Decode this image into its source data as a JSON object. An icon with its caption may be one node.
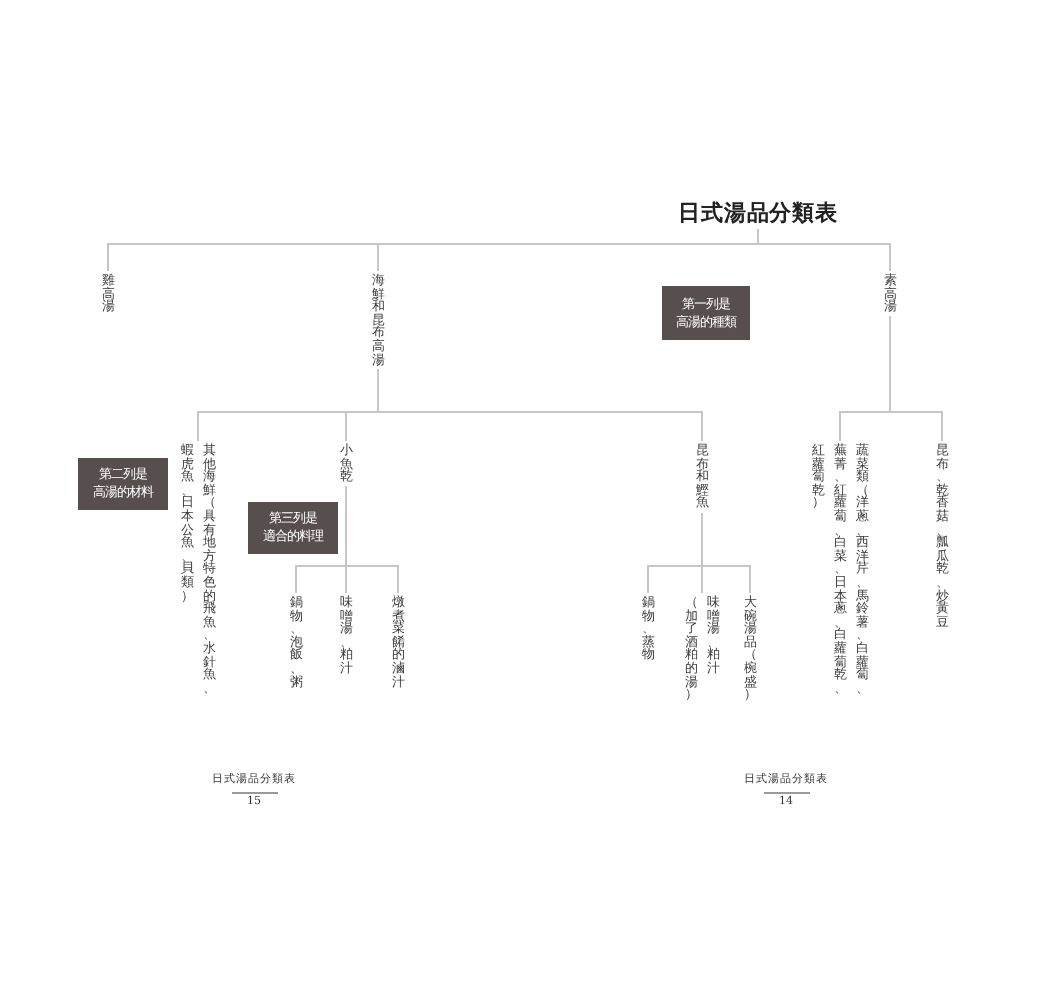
{
  "diagram": {
    "nodes": [
      {
        "text": [
          "日式湯品分類表"
        ]
      },
      {
        "text": [
          "雞高湯"
        ]
      },
      {
        "text": [
          "海鮮和昆布高湯"
        ]
      },
      {
        "text": [
          "第一列是高湯的種類"
        ]
      },
      {
        "text": [
          "素高湯"
        ]
      },
      {
        "text": [
          "第二列是高湯的材料"
        ]
      },
      {
        "text": [
          "其他海鮮（具有地方特色的飛魚、水針魚、蝦虎魚、日本公魚、貝類）"
        ]
      },
      {
        "text": [
          "小魚乾"
        ]
      },
      {
        "text": [
          "第三列是適合的料理"
        ]
      },
      {
        "text": [
          "昆布和鰹魚"
        ]
      },
      {
        "text": [
          "蔬菜類（洋蔥、西洋芹、馬鈴薯、白蘿蔔、蕪菁、紅蘿蔔、白菜、日本蔥、白蘿蔔乾、紅蘿蔔乾）"
        ]
      },
      {
        "text": [
          "昆布、乾香菇、瓢瓜乾、炒黃豆"
        ]
      },
      {
        "text": [
          "鍋物、泡飯、粥"
        ]
      },
      {
        "text": [
          "味噌湯、粕汁"
        ]
      },
      {
        "text": [
          "燉煮菜餚的滷汁"
        ]
      },
      {
        "text": [
          "鍋物、蒸物"
        ]
      },
      {
        "text": [
          "味噌湯、粕汁（加了酒粕的湯）"
        ]
      },
      {
        "text": [
          "大碗湯品（椀盛）"
        ]
      }
    ],
    "edges": [
      {
        "from": 0,
        "to": 1,
        "arrow": "none"
      },
      {
        "from": 0,
        "to": 2,
        "arrow": "none"
      },
      {
        "from": 0,
        "to": 4,
        "arrow": "none"
      },
      {
        "from": 2,
        "to": 6,
        "arrow": "none"
      },
      {
        "from": 2,
        "to": 7,
        "arrow": "none"
      },
      {
        "from": 2,
        "to": 9,
        "arrow": "none"
      },
      {
        "from": 4,
        "to": 10,
        "arrow": "none"
      },
      {
        "from": 4,
        "to": 11,
        "arrow": "none"
      },
      {
        "from": 7,
        "to": 12,
        "arrow": "none"
      },
      {
        "from": 7,
        "to": 13,
        "arrow": "none"
      },
      {
        "from": 7,
        "to": 14,
        "arrow": "none"
      },
      {
        "from": 9,
        "to": 15,
        "arrow": "none"
      },
      {
        "from": 9,
        "to": 16,
        "arrow": "none"
      },
      {
        "from": 9,
        "to": 17,
        "arrow": "none"
      }
    ],
    "labels": [
      "日式湯品分類表",
      "15",
      "日式湯品分類表",
      "14"
    ]
  }
}
